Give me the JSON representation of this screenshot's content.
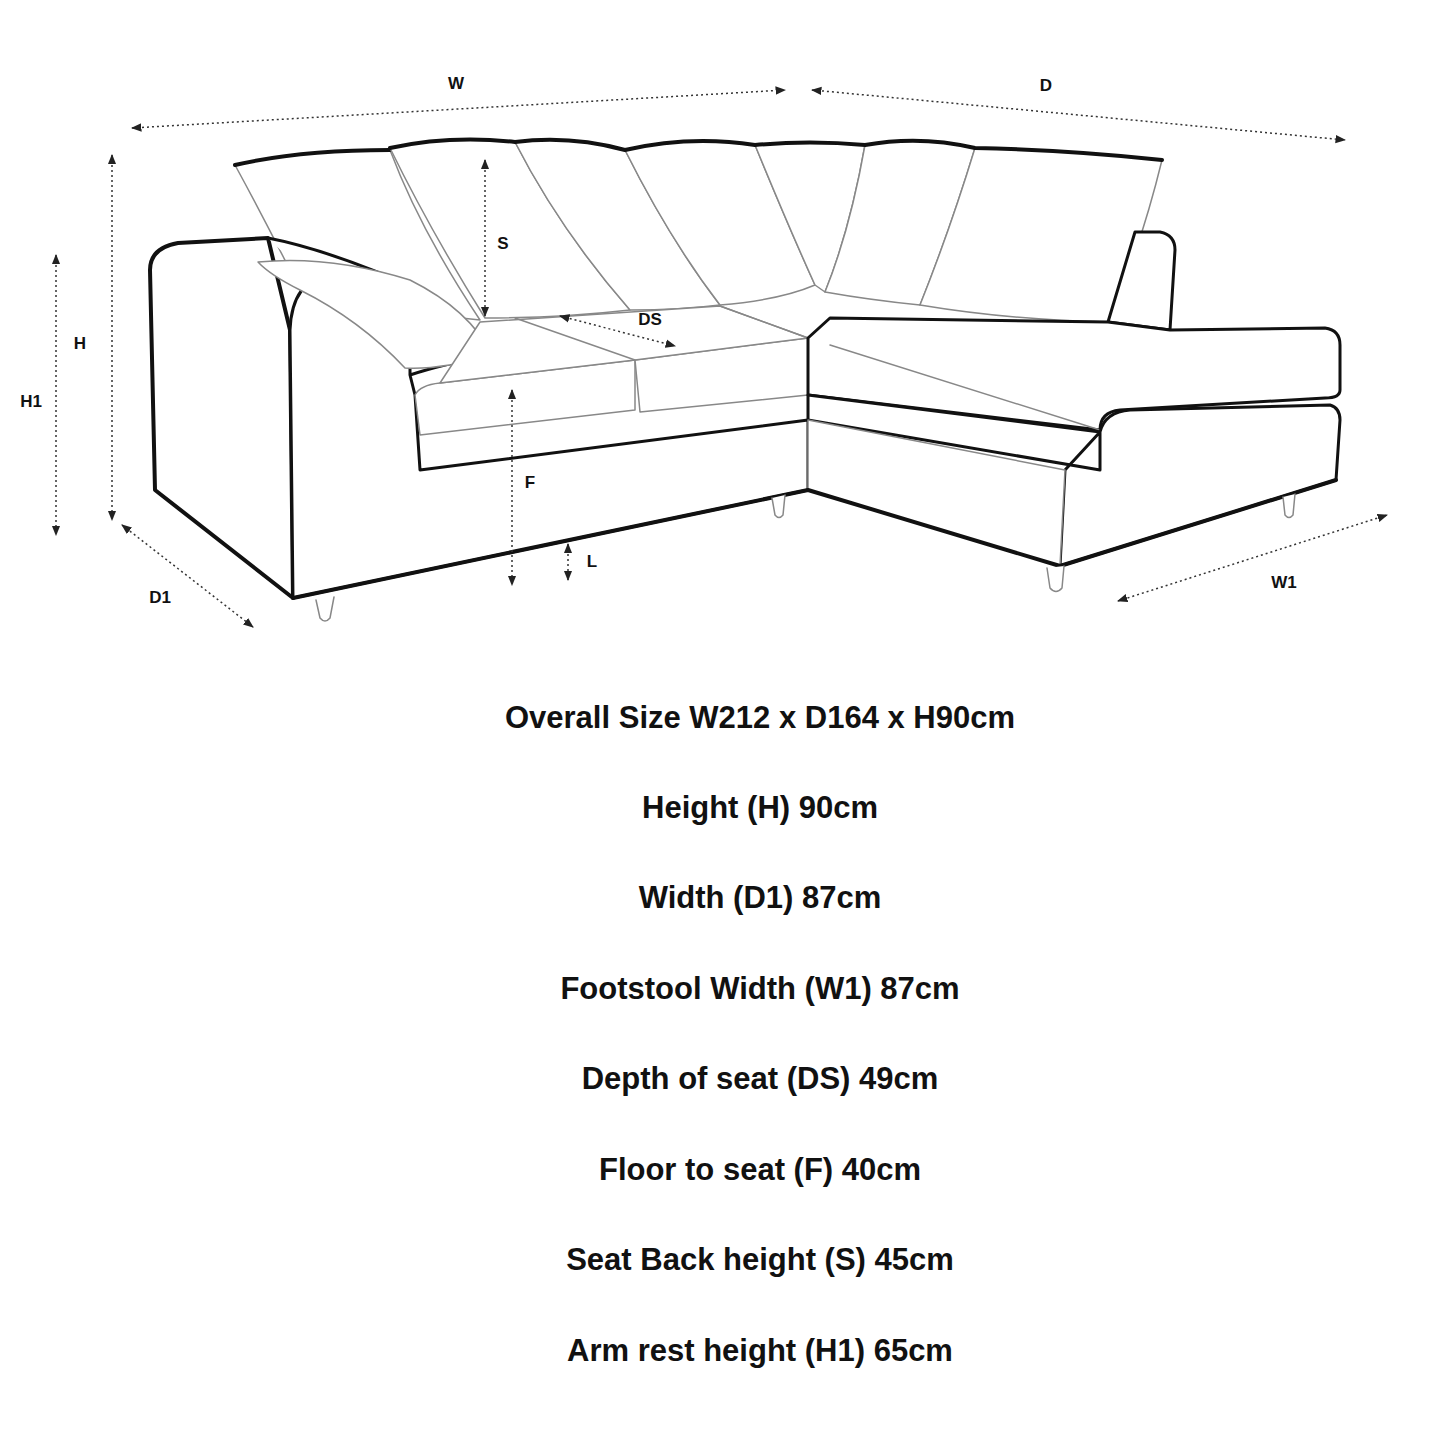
{
  "diagram": {
    "labels": [
      "W",
      "D",
      "S",
      "H",
      "H1",
      "DS",
      "F",
      "L",
      "D1",
      "W1",
      "Overall Size W212 x D164 x H90cm",
      "Height (H) 90cm",
      "Width (D1) 87cm",
      "Footstool Width (W1) 87cm",
      "Depth of seat (DS) 49cm",
      "Floor to seat (F) 40cm",
      "Seat Back height (S) 45cm",
      "Arm rest height (H1) 65cm"
    ]
  }
}
